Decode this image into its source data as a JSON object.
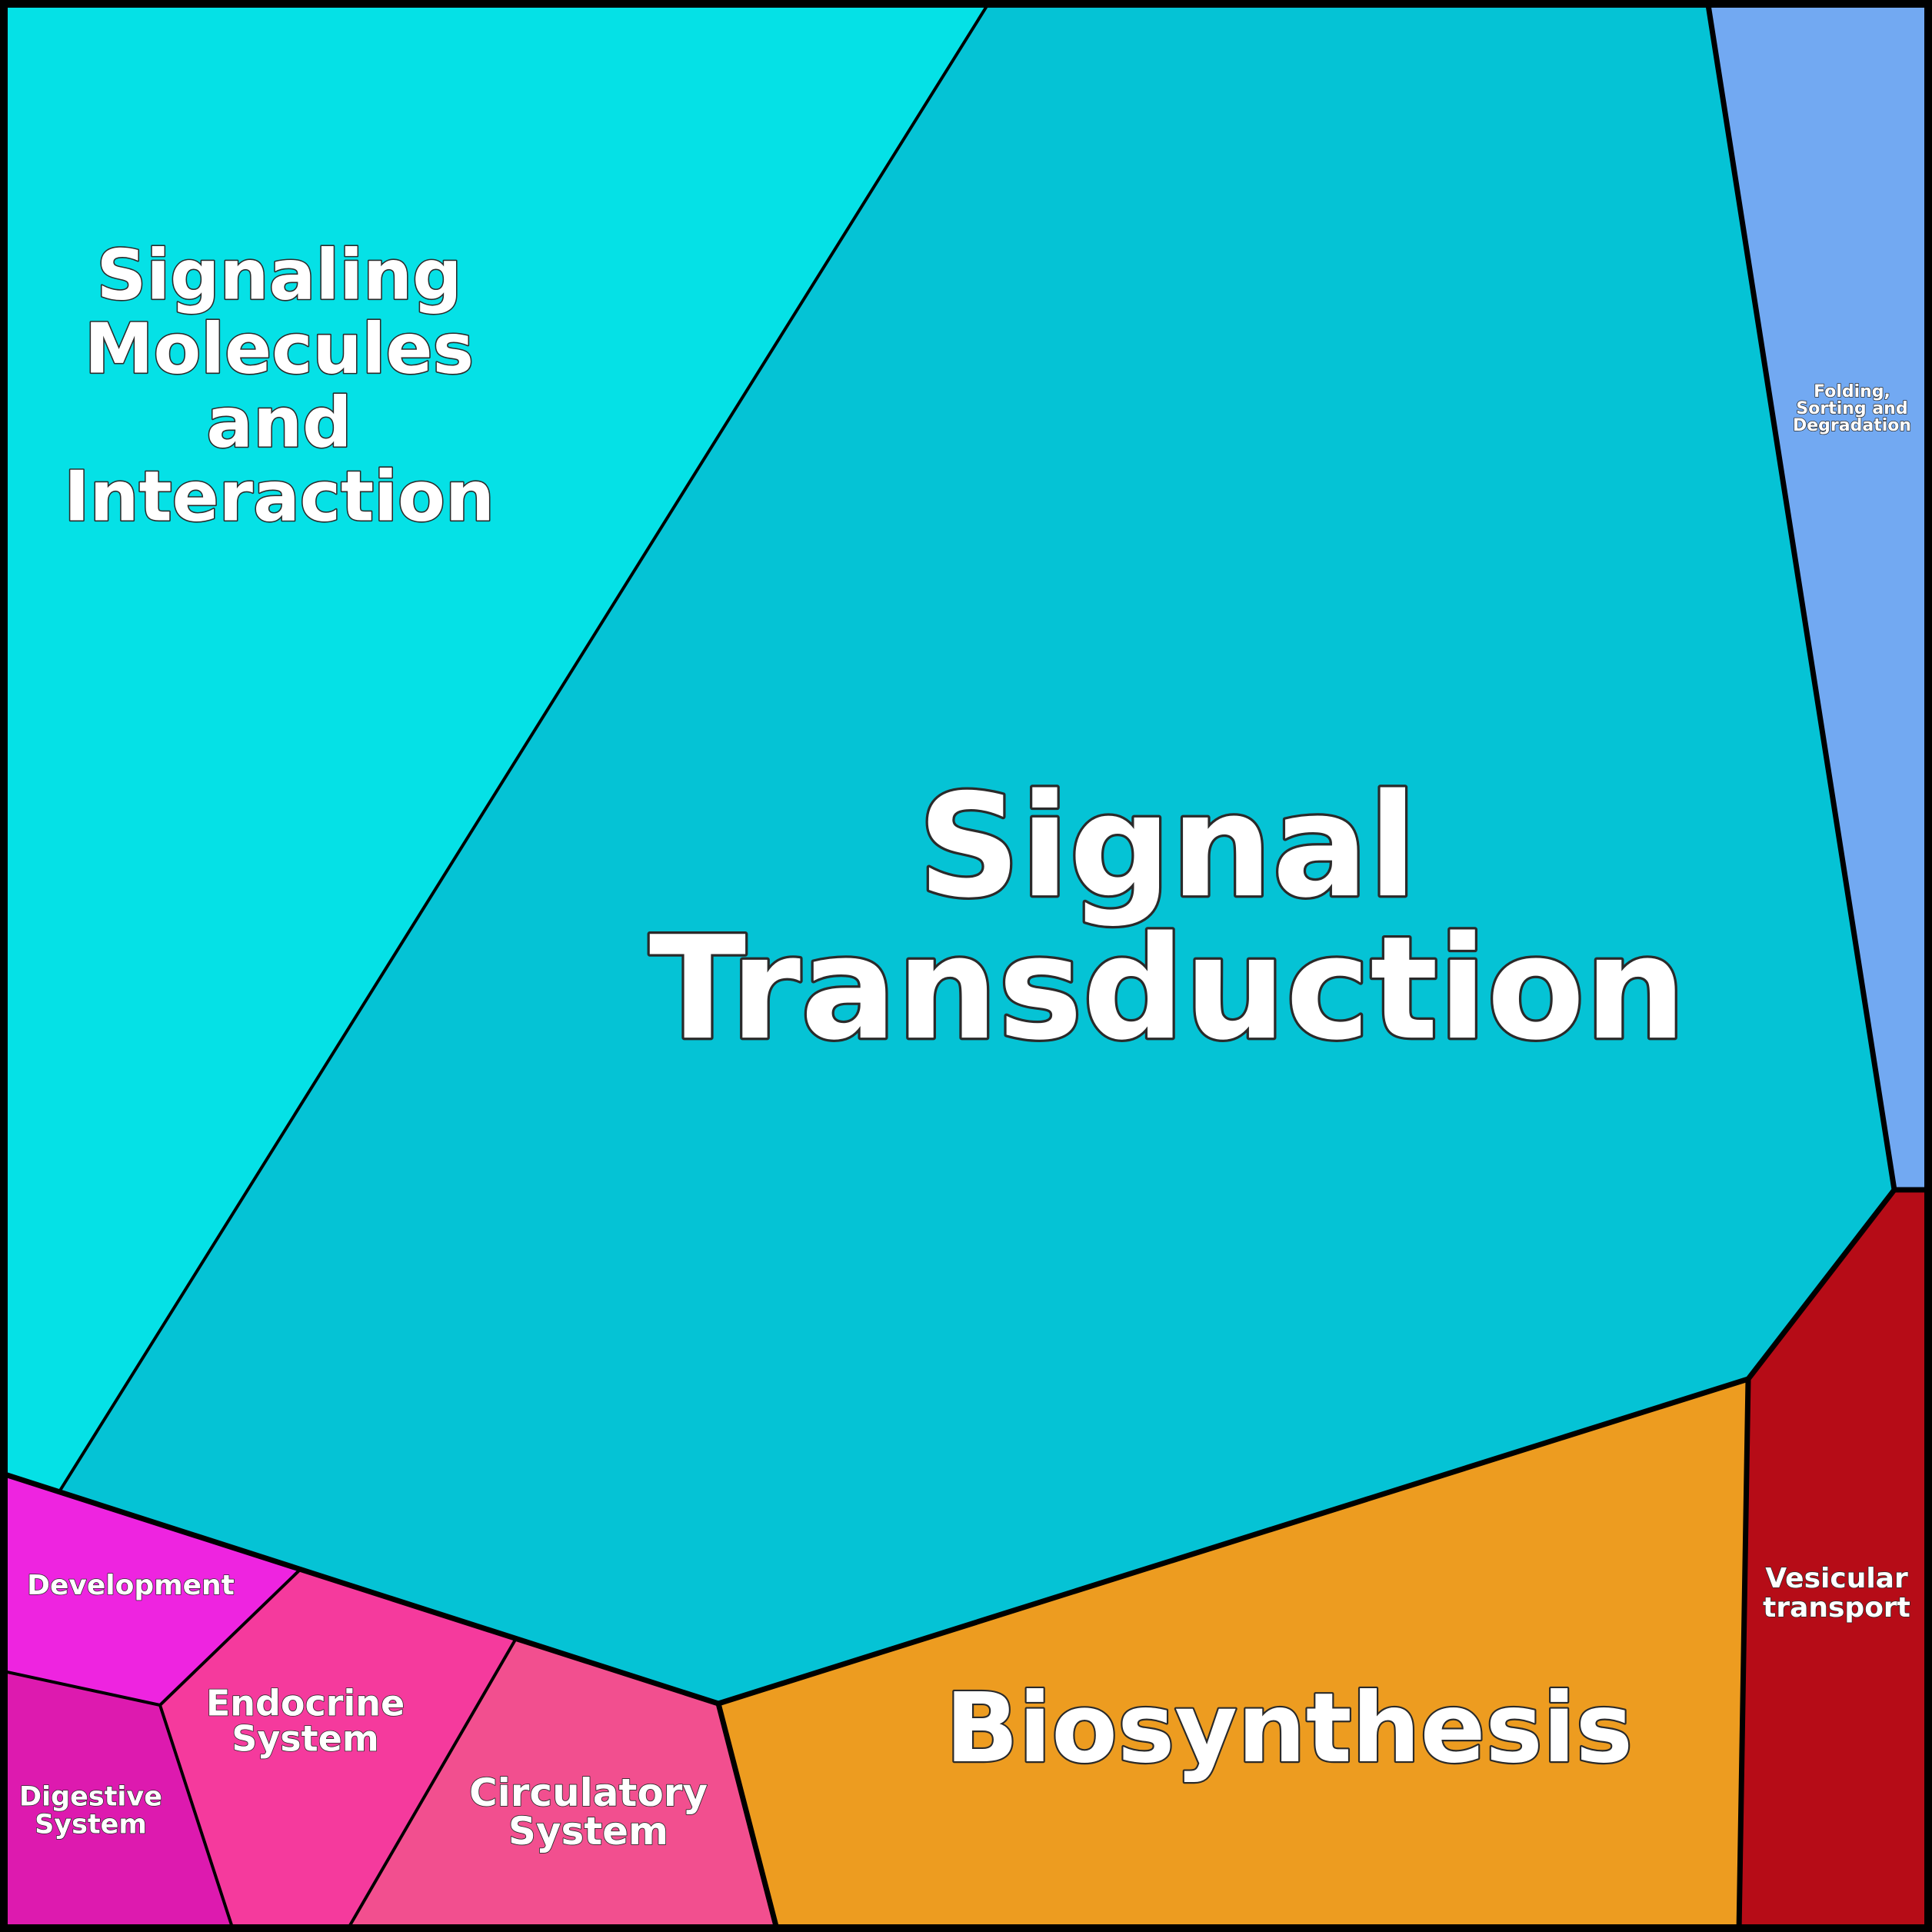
{
  "cells": [
    {
      "id": "signaling-molecules",
      "label_lines": [
        "Signaling",
        "Molecules",
        "and",
        "Interaction"
      ],
      "color": "#05E1E6"
    },
    {
      "id": "signal-transduction",
      "label_lines": [
        "Signal",
        "Transduction"
      ],
      "color": "#05C3D5"
    },
    {
      "id": "folding-sorting",
      "label_lines": [
        "Folding,",
        "Sorting and",
        "Degradation"
      ],
      "color": "#72A9F2"
    },
    {
      "id": "vesicular-transport",
      "label_lines": [
        "Vesicular",
        "transport"
      ],
      "color": "#B60C17"
    },
    {
      "id": "biosynthesis",
      "label_lines": [
        "Biosynthesis"
      ],
      "color": "#ED9C20"
    },
    {
      "id": "circulatory-system",
      "label_lines": [
        "Circulatory",
        "System"
      ],
      "color": "#F24F8F"
    },
    {
      "id": "endocrine-system",
      "label_lines": [
        "Endocrine",
        "System"
      ],
      "color": "#F53A9D"
    },
    {
      "id": "development",
      "label_lines": [
        "Development"
      ],
      "color": "#EE24E0"
    },
    {
      "id": "digestive-system",
      "label_lines": [
        "Digestive",
        "System"
      ],
      "color": "#DD1AAF"
    }
  ]
}
